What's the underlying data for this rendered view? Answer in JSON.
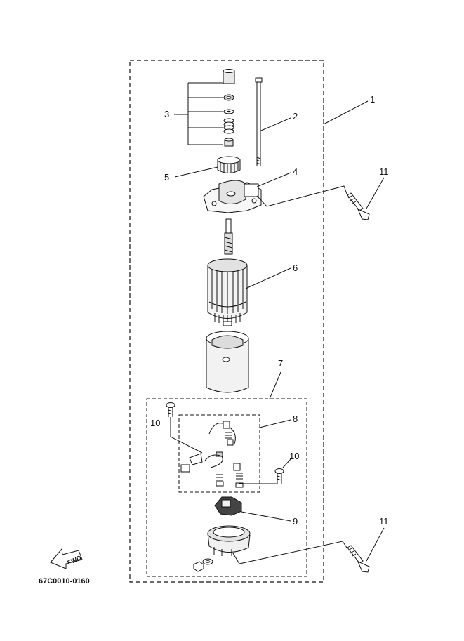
{
  "callouts": {
    "c1": "1",
    "c2": "2",
    "c3": "3",
    "c4": "4",
    "c5": "5",
    "c6": "6",
    "c7": "7",
    "c8": "8",
    "c9": "9",
    "c10a": "10",
    "c10b": "10",
    "c11a": "11",
    "c11b": "11"
  },
  "fwd_label": "FWD",
  "diagram_code": "67C0010-0160"
}
